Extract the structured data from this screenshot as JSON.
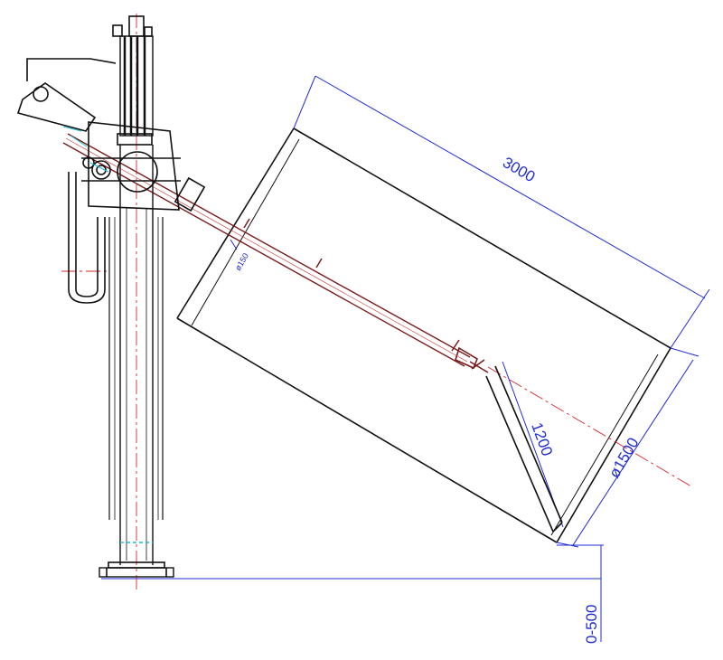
{
  "drawing": {
    "colors": {
      "outline": "#111111",
      "dimension": "#1f2bd6",
      "centerline": "#d9262a",
      "auxiliary": "#1fb7d6",
      "shaft": "#7a1c1c"
    },
    "dimensions": {
      "length_label": "3000",
      "diameter_label": "ø1500",
      "pipe_label": "ø150",
      "depth_label": "1200",
      "height_label": "0-500"
    }
  }
}
